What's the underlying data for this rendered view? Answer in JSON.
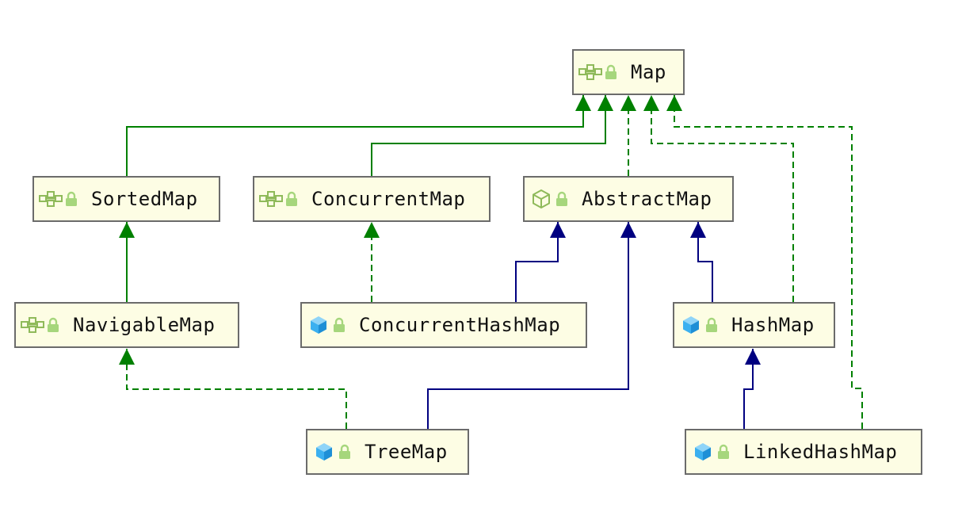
{
  "diagram": {
    "nodes": {
      "map": {
        "label": "Map",
        "kind": "interface"
      },
      "sorted_map": {
        "label": "SortedMap",
        "kind": "interface"
      },
      "concurrent_map": {
        "label": "ConcurrentMap",
        "kind": "interface"
      },
      "abstract_map": {
        "label": "AbstractMap",
        "kind": "abstract-class"
      },
      "navigable_map": {
        "label": "NavigableMap",
        "kind": "interface"
      },
      "concurrent_hash_map": {
        "label": "ConcurrentHashMap",
        "kind": "class"
      },
      "hash_map": {
        "label": "HashMap",
        "kind": "class"
      },
      "tree_map": {
        "label": "TreeMap",
        "kind": "class"
      },
      "linked_hash_map": {
        "label": "LinkedHashMap",
        "kind": "class"
      }
    },
    "edges": [
      {
        "from": "SortedMap",
        "to": "Map",
        "relation": "extends-interface"
      },
      {
        "from": "ConcurrentMap",
        "to": "Map",
        "relation": "extends-interface"
      },
      {
        "from": "AbstractMap",
        "to": "Map",
        "relation": "implements"
      },
      {
        "from": "HashMap",
        "to": "Map",
        "relation": "implements"
      },
      {
        "from": "LinkedHashMap",
        "to": "Map",
        "relation": "implements"
      },
      {
        "from": "NavigableMap",
        "to": "SortedMap",
        "relation": "extends-interface"
      },
      {
        "from": "ConcurrentHashMap",
        "to": "ConcurrentMap",
        "relation": "implements"
      },
      {
        "from": "ConcurrentHashMap",
        "to": "AbstractMap",
        "relation": "extends"
      },
      {
        "from": "TreeMap",
        "to": "AbstractMap",
        "relation": "extends"
      },
      {
        "from": "HashMap",
        "to": "AbstractMap",
        "relation": "extends"
      },
      {
        "from": "TreeMap",
        "to": "NavigableMap",
        "relation": "implements"
      },
      {
        "from": "LinkedHashMap",
        "to": "HashMap",
        "relation": "extends"
      }
    ],
    "icons": {
      "interface": "interface-icon",
      "abstract-class": "abstract-class-icon",
      "class": "class-icon",
      "visibility": "lock-icon"
    },
    "colors": {
      "node_fill": "#fdfde4",
      "node_border": "#6b6b6b",
      "interface_edge": "#008000",
      "class_edge": "#000080",
      "interface_icon": "#8fba5a",
      "class_icon": "#3bb0f0",
      "lock_icon": "#a6d67c"
    }
  }
}
